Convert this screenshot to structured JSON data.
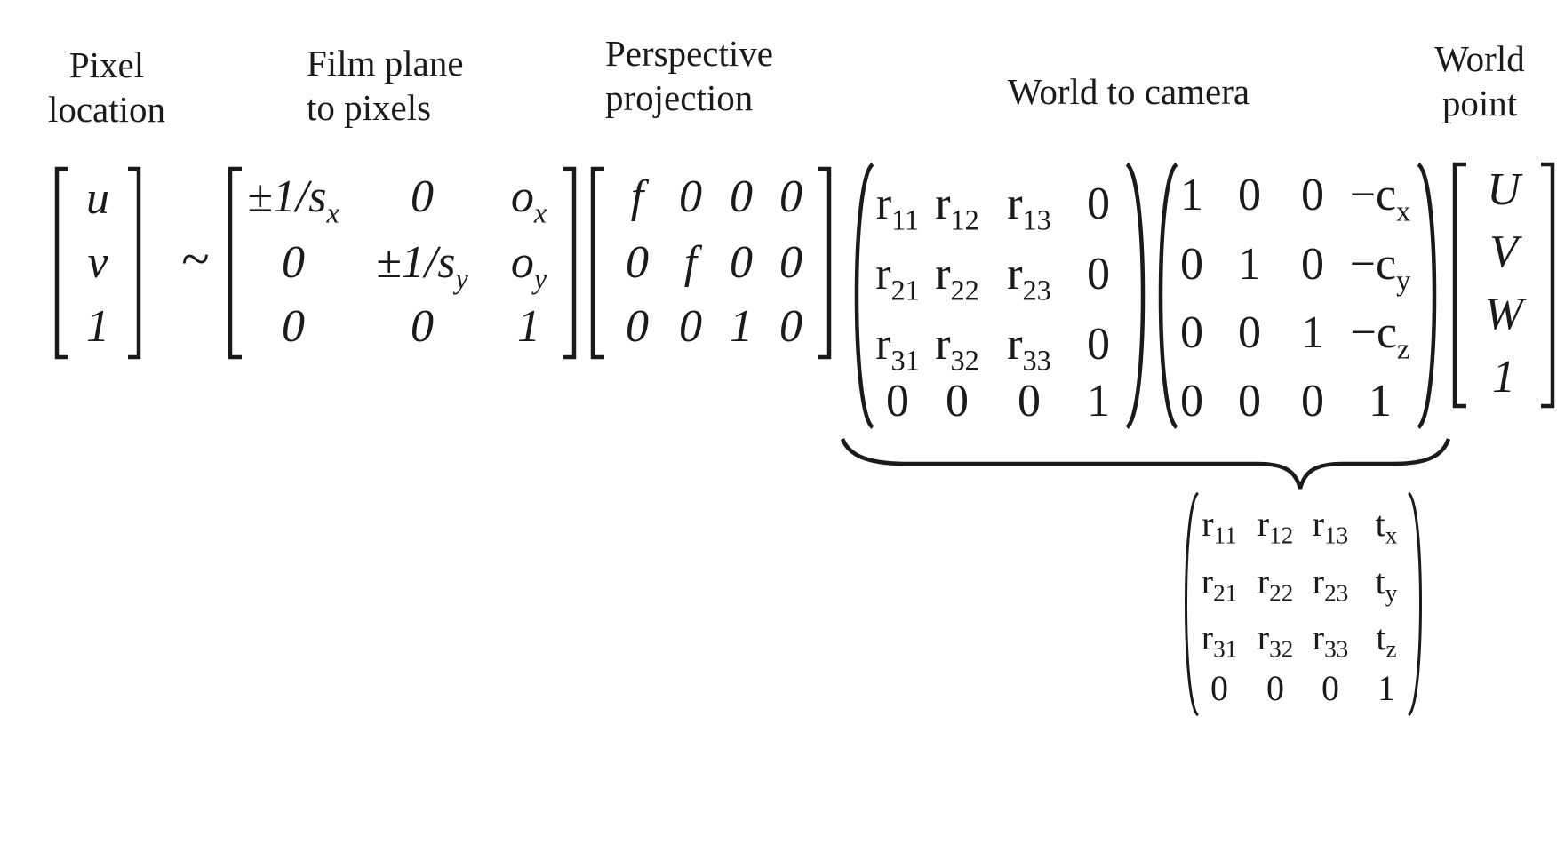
{
  "labels": {
    "pixel_location": [
      "Pixel",
      "location"
    ],
    "film_plane": [
      "Film plane",
      "to pixels"
    ],
    "perspective": [
      "Perspective",
      "projection"
    ],
    "world_to_camera": [
      "World to camera"
    ],
    "world_point": [
      "World",
      "point"
    ]
  },
  "relation_symbol": "~",
  "matrices": {
    "pixel_vector": [
      [
        "u"
      ],
      [
        "v"
      ],
      [
        "1"
      ]
    ],
    "film_to_pixels": [
      [
        "±1/s_x",
        "0",
        "o_x"
      ],
      [
        "0",
        "±1/s_y",
        "o_y"
      ],
      [
        "0",
        "0",
        "1"
      ]
    ],
    "perspective": [
      [
        "f",
        "0",
        "0",
        "0"
      ],
      [
        "0",
        "f",
        "0",
        "0"
      ],
      [
        "0",
        "0",
        "1",
        "0"
      ]
    ],
    "rotation": [
      [
        "r_11",
        "r_12",
        "r_13",
        "0"
      ],
      [
        "r_21",
        "r_22",
        "r_23",
        "0"
      ],
      [
        "r_31",
        "r_32",
        "r_33",
        "0"
      ],
      [
        "0",
        "0",
        "0",
        "1"
      ]
    ],
    "translation": [
      [
        "1",
        "0",
        "0",
        "−c_x"
      ],
      [
        "0",
        "1",
        "0",
        "−c_y"
      ],
      [
        "0",
        "0",
        "1",
        "−c_z"
      ],
      [
        "0",
        "0",
        "0",
        "1"
      ]
    ],
    "world_point": [
      [
        "U"
      ],
      [
        "V"
      ],
      [
        "W"
      ],
      [
        "1"
      ]
    ],
    "combined_extrinsic": [
      [
        "r_11",
        "r_12",
        "r_13",
        "t_x"
      ],
      [
        "r_21",
        "r_22",
        "r_23",
        "t_y"
      ],
      [
        "r_31",
        "r_32",
        "r_33",
        "t_z"
      ],
      [
        "0",
        "0",
        "0",
        "1"
      ]
    ]
  }
}
